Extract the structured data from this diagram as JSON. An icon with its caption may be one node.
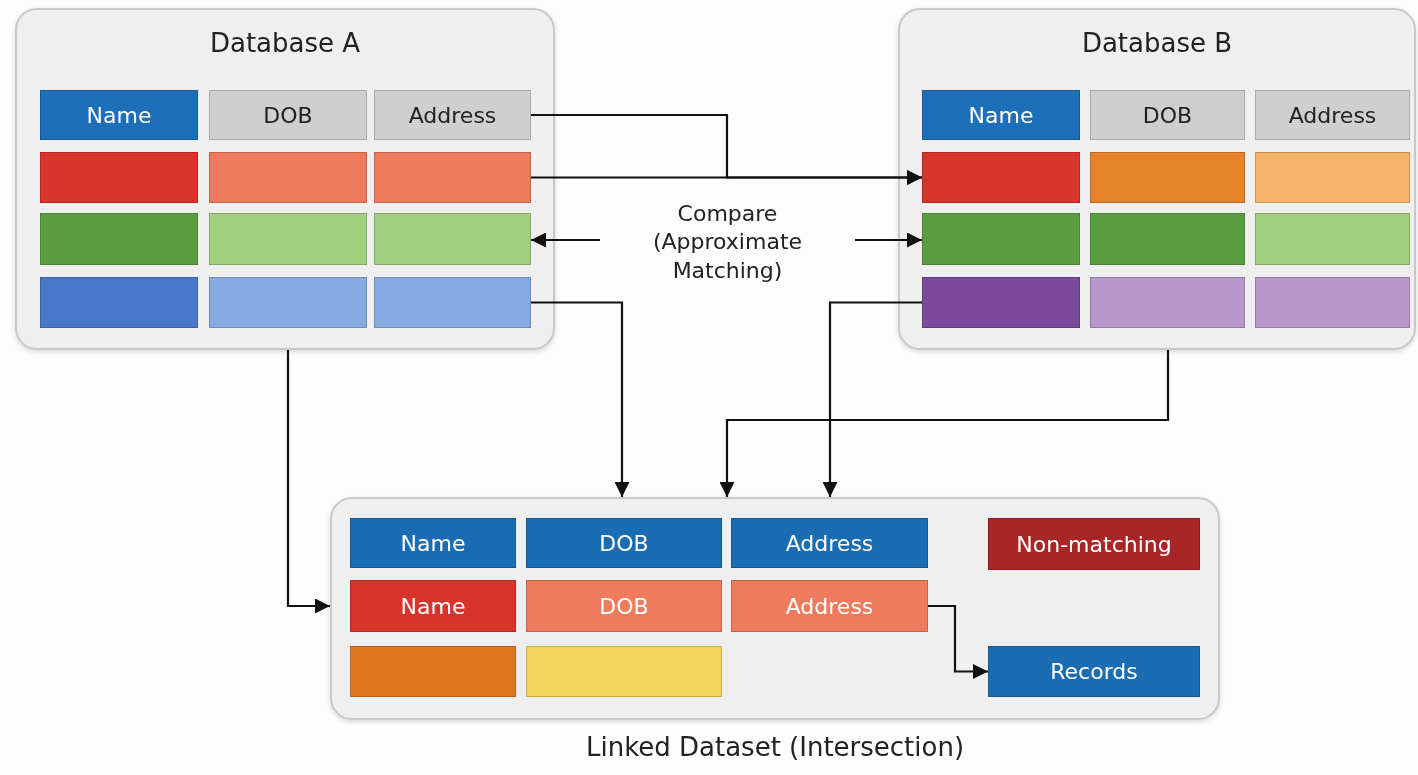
{
  "diagram": {
    "nodes": [
      {
        "text": [
          "Database A"
        ]
      },
      {
        "text": [
          "Name"
        ],
        "in": 0
      },
      {
        "text": [
          "DOB"
        ],
        "in": 0
      },
      {
        "text": [
          "Address"
        ],
        "in": 0
      },
      {
        "text": [],
        "shape": "box",
        "in": 0
      },
      {
        "text": [],
        "shape": "box",
        "in": 0
      },
      {
        "text": [],
        "shape": "box",
        "in": 0
      },
      {
        "text": [],
        "shape": "box",
        "in": 0
      },
      {
        "text": [],
        "shape": "box",
        "in": 0
      },
      {
        "text": [],
        "shape": "box",
        "in": 0
      },
      {
        "text": [],
        "shape": "box",
        "in": 0
      },
      {
        "text": [],
        "shape": "box",
        "in": 0
      },
      {
        "text": [],
        "shape": "box",
        "in": 0
      },
      {
        "text": [
          "Database B"
        ]
      },
      {
        "text": [
          "Name"
        ],
        "in": 13
      },
      {
        "text": [
          "DOB"
        ],
        "in": 13
      },
      {
        "text": [
          "Address"
        ],
        "in": 13
      },
      {
        "text": [],
        "shape": "box",
        "in": 13
      },
      {
        "text": [],
        "shape": "box",
        "in": 13
      },
      {
        "text": [],
        "shape": "box",
        "in": 13
      },
      {
        "text": [],
        "shape": "box",
        "in": 13
      },
      {
        "text": [],
        "shape": "box",
        "in": 13
      },
      {
        "text": [],
        "shape": "box",
        "in": 13
      },
      {
        "text": [],
        "shape": "box",
        "in": 13
      },
      {
        "text": [],
        "shape": "box",
        "in": 13
      },
      {
        "text": [],
        "shape": "box",
        "in": 13
      },
      {
        "text": [
          "Compare (Approximate Matching)"
        ]
      },
      {
        "text": [
          "Linked Dataset (Intersection)"
        ]
      },
      {
        "text": [
          "Name"
        ],
        "in": 27
      },
      {
        "text": [
          "DOB"
        ],
        "in": 27
      },
      {
        "text": [
          "Address"
        ],
        "in": 27
      },
      {
        "text": [
          "Non-matching"
        ],
        "in": 27
      },
      {
        "text": [
          "Name"
        ],
        "in": 27
      },
      {
        "text": [
          "DOB"
        ],
        "in": 27
      },
      {
        "text": [
          "Address"
        ],
        "in": 27
      },
      {
        "text": [],
        "shape": "box",
        "in": 27
      },
      {
        "text": [],
        "shape": "box",
        "in": 27
      },
      {
        "text": [
          "Records"
        ],
        "in": 27
      }
    ],
    "edges": [
      {
        "from": 3,
        "to": 17,
        "arrow": "to"
      },
      {
        "from": 6,
        "to": 17,
        "arrow": "to"
      },
      {
        "from": 26,
        "to": 9,
        "arrow": "to"
      },
      {
        "from": 26,
        "to": 20,
        "arrow": "to"
      },
      {
        "from": 12,
        "to": 27,
        "arrow": "to"
      },
      {
        "from": 0,
        "to": 27,
        "arrow": "to"
      },
      {
        "from": 13,
        "to": 27,
        "arrow": "to"
      },
      {
        "from": 23,
        "to": 27,
        "arrow": "to"
      },
      {
        "from": 34,
        "to": 37,
        "arrow": "to"
      }
    ]
  }
}
